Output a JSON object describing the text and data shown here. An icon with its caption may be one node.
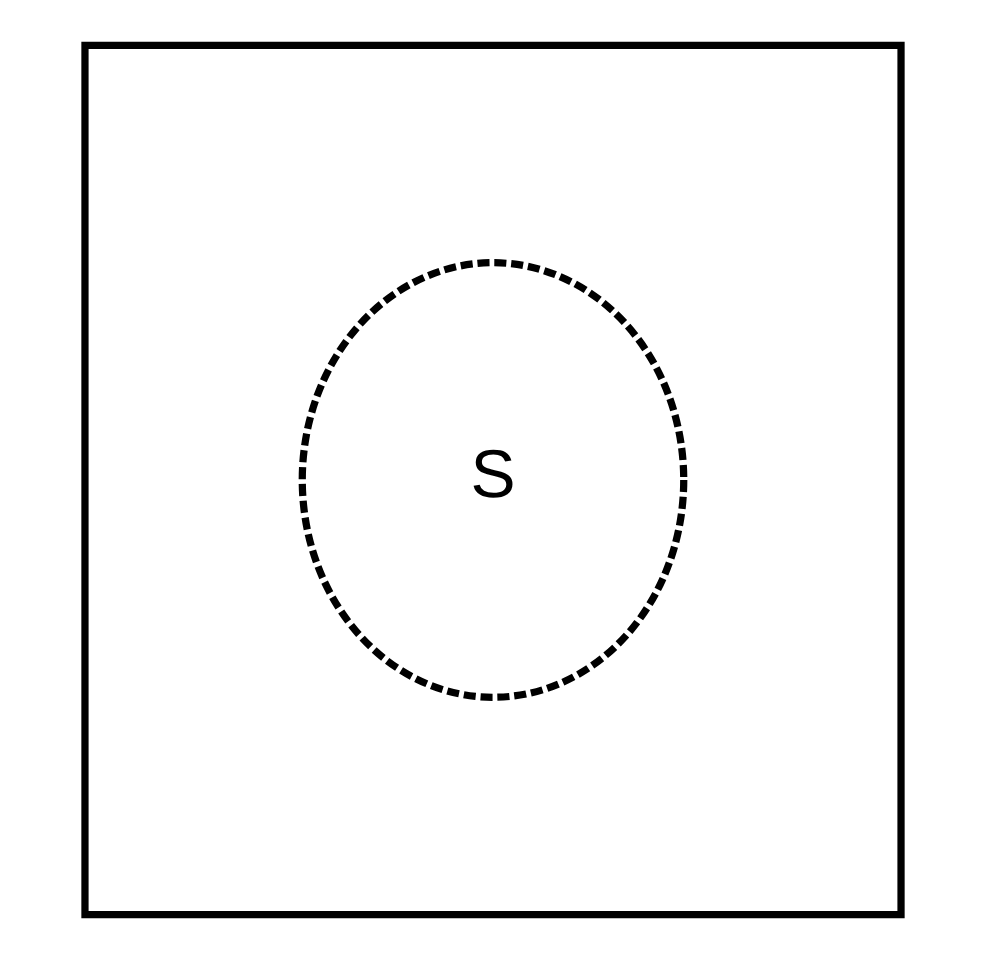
{
  "diagram": {
    "nodes": [
      {
        "text": [],
        "shape": "box"
      },
      {
        "text": [
          "S"
        ],
        "in": 0
      }
    ]
  }
}
